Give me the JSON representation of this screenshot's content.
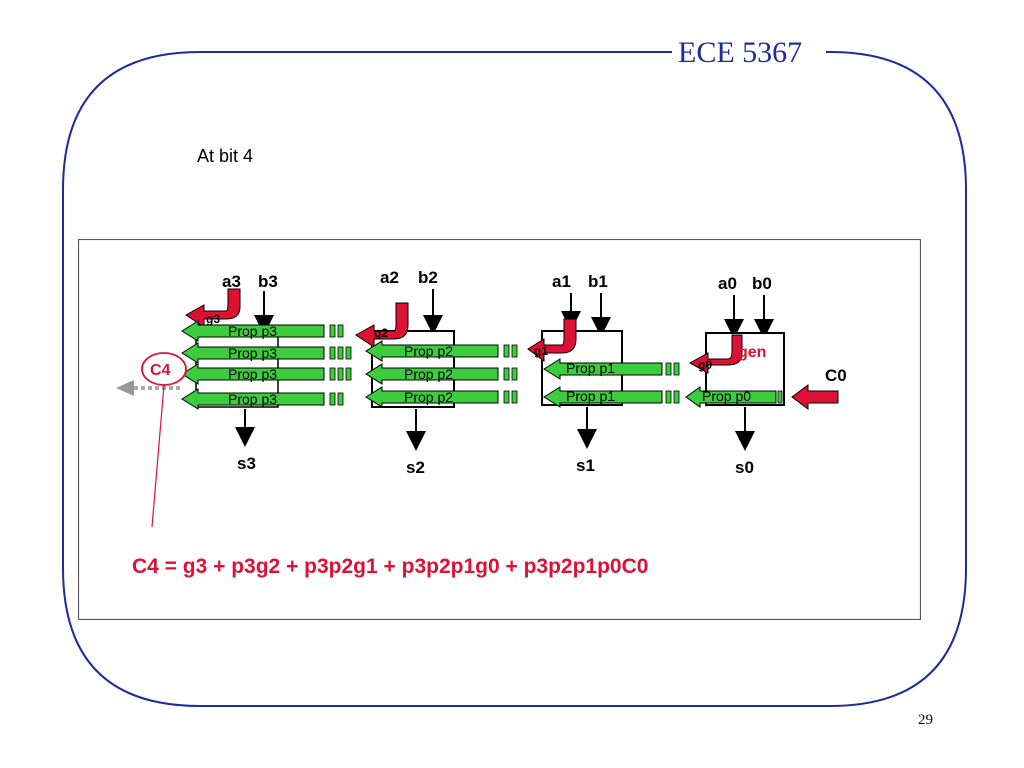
{
  "slide": {
    "header": "ECE 5367",
    "subtitle": "At bit 4",
    "page_number": "29"
  },
  "colors": {
    "accent_red": "#dd1133",
    "prop_green": "#3dcc3d",
    "frame_blue": "#1c2c9c"
  },
  "diagram": {
    "carry_out_label": "C4",
    "carry_in_label": "C0",
    "gen_label": "gen",
    "formula": "C4 = g3 + p3g2 + p3p2g1 + p3p2p1g0 + p3p2p1p0C0",
    "stages": [
      {
        "a": "a3",
        "b": "b3",
        "s": "s3",
        "g": "g3",
        "props": [
          "Prop p3",
          "Prop p3",
          "Prop p3",
          "Prop p3"
        ]
      },
      {
        "a": "a2",
        "b": "b2",
        "s": "s2",
        "g": "g2",
        "props": [
          "Prop p2",
          "Prop p2",
          "Prop p2"
        ]
      },
      {
        "a": "a1",
        "b": "b1",
        "s": "s1",
        "g": "g1",
        "props": [
          "Prop p1",
          "Prop p1"
        ]
      },
      {
        "a": "a0",
        "b": "b0",
        "s": "s0",
        "g": "g0",
        "props": [
          "Prop p0"
        ]
      }
    ]
  }
}
